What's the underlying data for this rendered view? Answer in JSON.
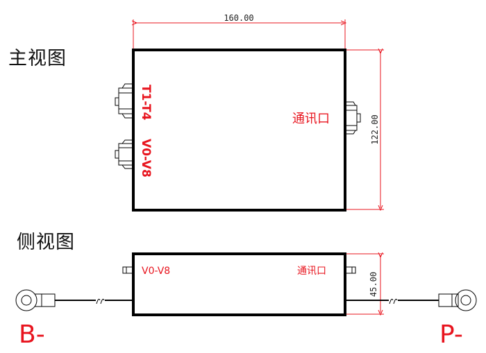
{
  "front_view": {
    "title": "主视图",
    "width_dimension": "160.00",
    "height_dimension": "122.00",
    "label_connector_a": "T1-T4",
    "label_connector_b": "V0-V8",
    "label_comm_port": "通讯口"
  },
  "side_view": {
    "title": "侧视图",
    "height_dimension": "45.00",
    "label_left": "V0-V8",
    "label_right": "通讯口",
    "terminal_left": "B-",
    "terminal_right": "P-"
  },
  "colors": {
    "accent_red": "#e8141e",
    "outline": "#000000",
    "dimension_line": "#e8141e"
  }
}
